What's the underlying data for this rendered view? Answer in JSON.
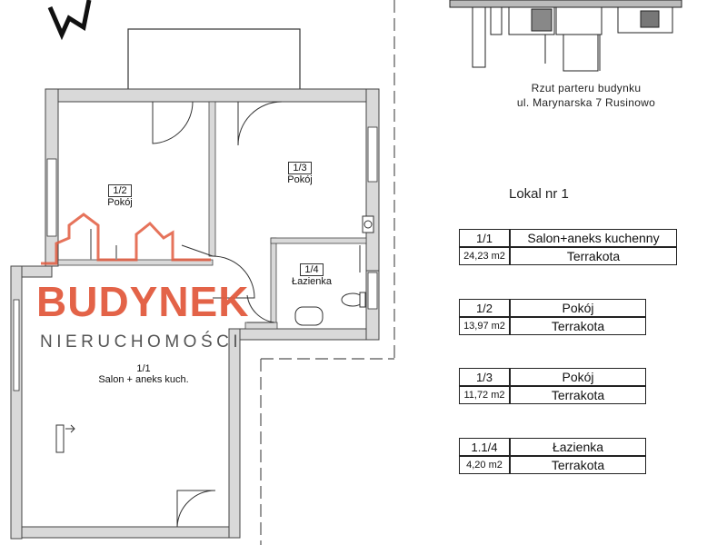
{
  "caption": {
    "line1": "Rzut parteru budynku",
    "line2": "ul. Marynarska 7 Rusinowo"
  },
  "legend_title": "Lokal nr 1",
  "legend": [
    {
      "number": "1/1",
      "name": "Salon+aneks kuchenny",
      "area": "24,23 m2",
      "material": "Terrakota"
    },
    {
      "number": "1/2",
      "name": "Pokój",
      "area": "13,97 m2",
      "material": "Terrakota"
    },
    {
      "number": "1/3",
      "name": "Pokój",
      "area": "11,72 m2",
      "material": "Terrakota"
    },
    {
      "number": "1.1/4",
      "name": "Łazienka",
      "area": "4,20 m2",
      "material": "Terrakota"
    }
  ],
  "rooms": [
    {
      "number": "1/1",
      "label": "Salon + aneks kuch."
    },
    {
      "number": "1/2",
      "label": "Pokój"
    },
    {
      "number": "1/3",
      "label": "Pokój"
    },
    {
      "number": "1/4",
      "label": "Łazienka"
    }
  ],
  "watermark": {
    "brand": "BUDYNEK",
    "tagline": "NIERUCHOMOŚCI",
    "brand_color": "#e25b3f"
  },
  "colors": {
    "wall": "#7a7a7a",
    "wall_fill": "#d9d9d9",
    "line": "#222222"
  }
}
